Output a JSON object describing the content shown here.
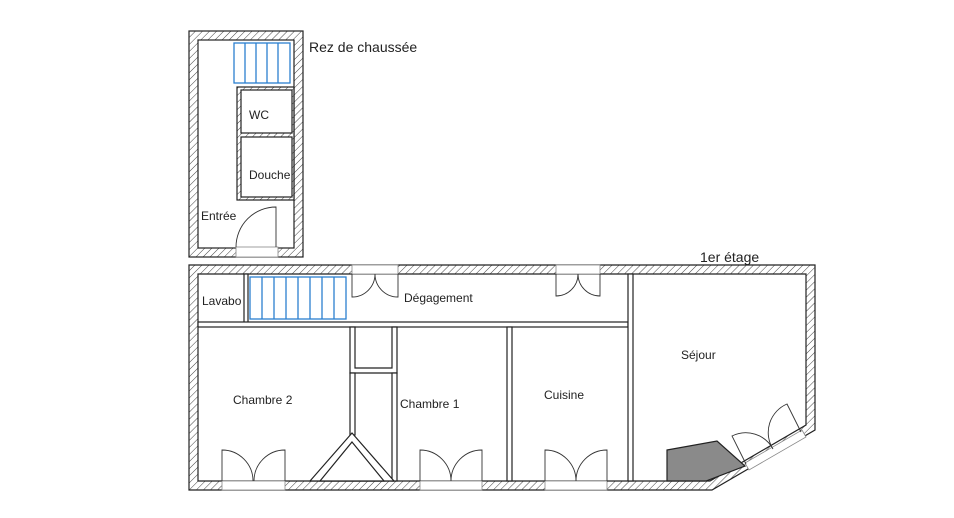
{
  "floors": {
    "ground": {
      "title": "Rez de chaussée",
      "rooms": [
        "WC",
        "Douche",
        "Entrée"
      ]
    },
    "first": {
      "title": "1er étage",
      "rooms": [
        "Lavabo",
        "Dégagement",
        "Chambre 2",
        "Chambre 1",
        "Cuisine",
        "Séjour"
      ]
    }
  },
  "colors": {
    "stairs": "#2b7fd0",
    "closet": "#8a8a8a"
  }
}
